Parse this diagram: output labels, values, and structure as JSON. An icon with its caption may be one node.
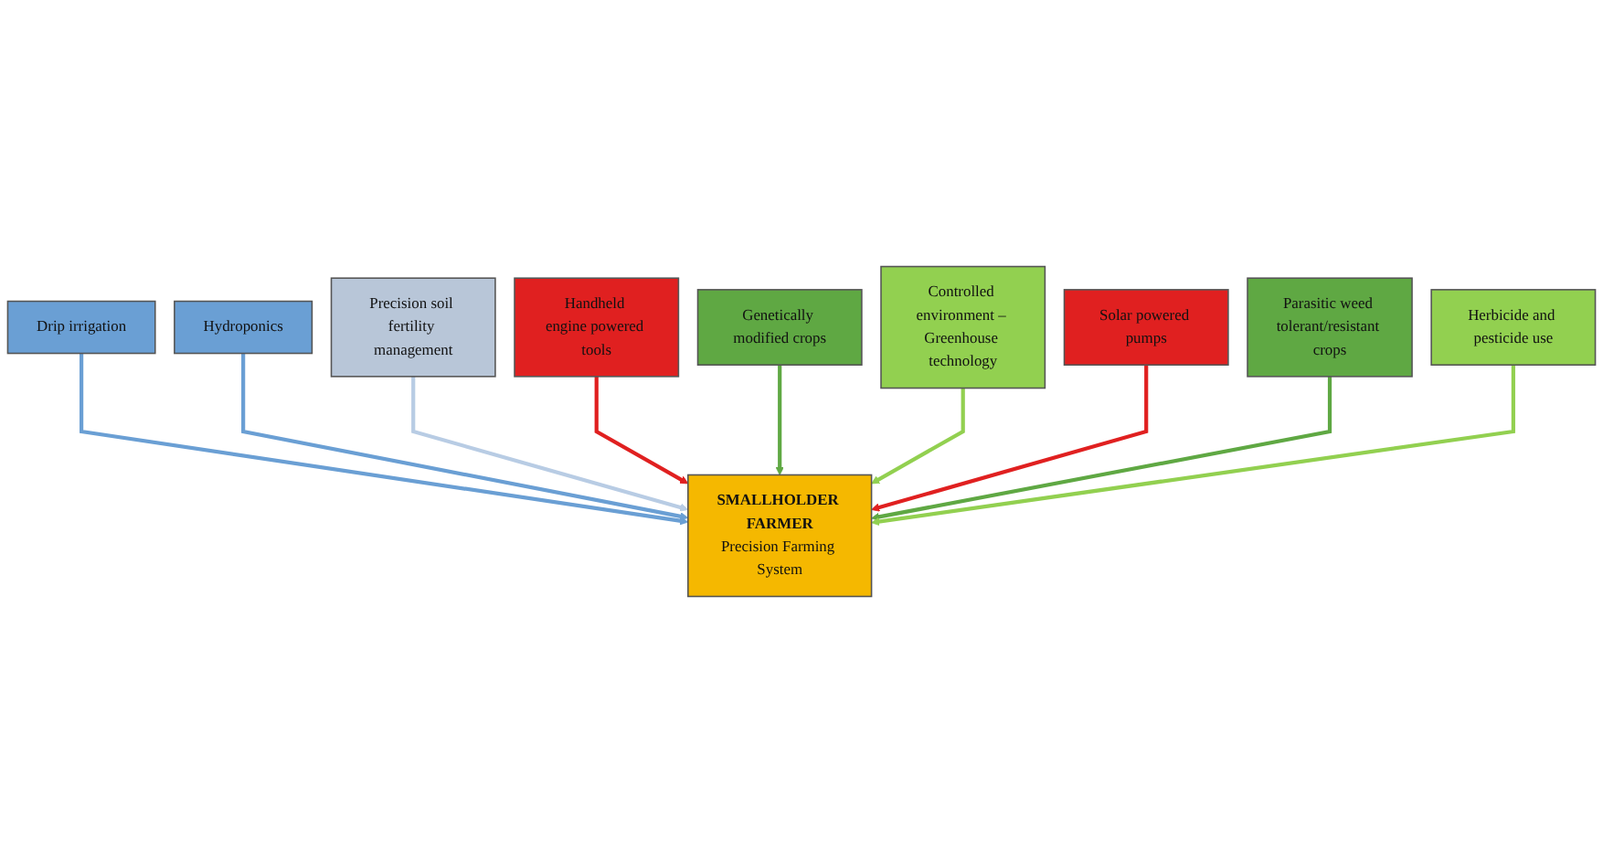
{
  "diagram": {
    "nodes": [
      {
        "text": [
          "Drip irrigation"
        ]
      },
      {
        "text": [
          "Hydroponics"
        ]
      },
      {
        "text": [
          "Precision soil fertility management"
        ]
      },
      {
        "text": [
          "Handheld engine powered tools"
        ]
      },
      {
        "text": [
          "SMALLHOLDER FARMER",
          "Precision Farming System"
        ]
      },
      {
        "text": [
          "Genetically modified crops"
        ]
      },
      {
        "text": [
          "Controlled environment – Greenhouse technology"
        ]
      },
      {
        "text": [
          "Solar powered pumps"
        ]
      },
      {
        "text": [
          "Parasitic weed tolerant/resistant crops"
        ]
      },
      {
        "text": [
          "Herbicide and pesticide use"
        ]
      }
    ],
    "edges": [
      {
        "from": 0,
        "to": 4,
        "arrow": "to",
        "color": "#6a9fd4"
      },
      {
        "from": 1,
        "to": 4,
        "arrow": "to",
        "color": "#6a9fd4"
      },
      {
        "from": 2,
        "to": 4,
        "arrow": "to",
        "color": "#b8cce4"
      },
      {
        "from": 3,
        "to": 4,
        "arrow": "to",
        "color": "#e02020"
      },
      {
        "from": 5,
        "to": 4,
        "arrow": "to",
        "color": "#5fa843"
      },
      {
        "from": 6,
        "to": 4,
        "arrow": "to",
        "color": "#92d050"
      },
      {
        "from": 7,
        "to": 4,
        "arrow": "to",
        "color": "#e02020"
      },
      {
        "from": 8,
        "to": 4,
        "arrow": "to",
        "color": "#5fa843"
      },
      {
        "from": 9,
        "to": 4,
        "arrow": "to",
        "color": "#92d050"
      }
    ]
  }
}
